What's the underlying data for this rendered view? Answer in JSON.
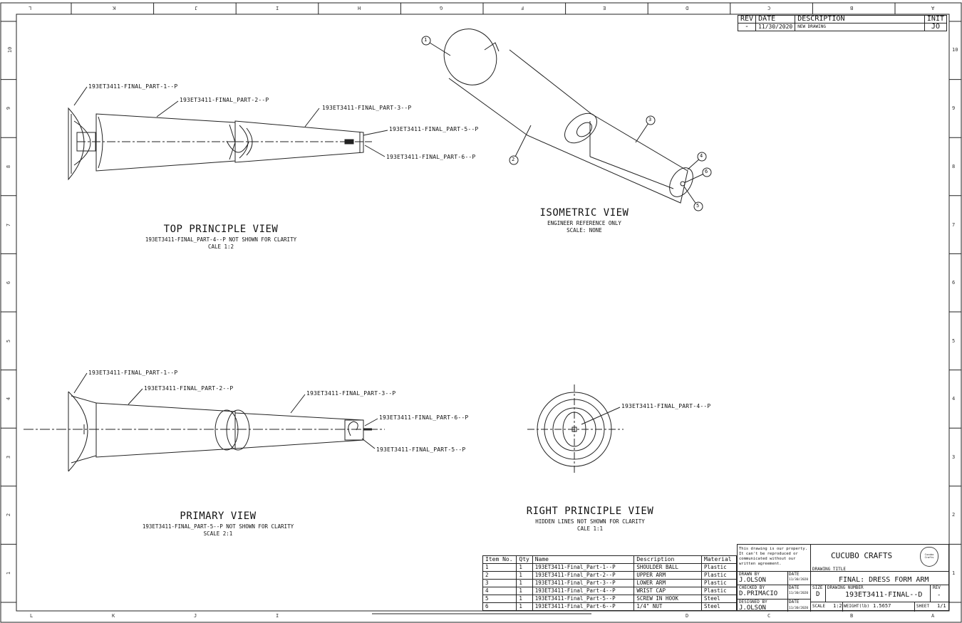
{
  "zones": {
    "top": [
      "L",
      "K",
      "J",
      "I",
      "H",
      "G",
      "F",
      "E",
      "D",
      "C",
      "B",
      "A"
    ],
    "bottom": [
      "L",
      "K",
      "J",
      "I",
      "D",
      "C",
      "B",
      "A"
    ],
    "left": [
      "10",
      "9",
      "8",
      "7",
      "6",
      "5",
      "4",
      "3",
      "2",
      "1"
    ],
    "right": [
      "10",
      "9",
      "8",
      "7",
      "6",
      "5",
      "4",
      "3",
      "2",
      "1"
    ]
  },
  "views": {
    "top": {
      "title": "TOP PRINCIPLE VIEW",
      "note": "193ET3411-FINAL_PART-4--P NOT SHOWN FOR CLARITY",
      "scale": "CALE 1:2"
    },
    "primary": {
      "title": "PRIMARY VIEW",
      "note": "193ET3411-FINAL_PART-5--P NOT SHOWN FOR CLARITY",
      "scale": "SCALE 2:1"
    },
    "isometric": {
      "title": "ISOMETRIC VIEW",
      "note": "ENGINEER REFERENCE ONLY",
      "scale": "SCALE: NONE"
    },
    "right": {
      "title": "RIGHT PRINCIPLE VIEW",
      "note": "HIDDEN LINES NOT SHOWN FOR CLARITY",
      "scale": "CALE 1:1"
    }
  },
  "callouts": {
    "top": [
      "193ET3411-FINAL_PART-1--P",
      "193ET3411-FINAL_PART-2--P",
      "193ET3411-FINAL_PART-3--P",
      "193ET3411-FINAL_PART-5--P",
      "193ET3411-FINAL_PART-6--P"
    ],
    "primary": [
      "193ET3411-FINAL_PART-1--P",
      "193ET3411-FINAL_PART-2--P",
      "193ET3411-FINAL_PART-3--P",
      "193ET3411-FINAL_PART-6--P",
      "193ET3411-FINAL_PART-5--P"
    ],
    "right": [
      "193ET3411-FINAL_PART-4--P"
    ],
    "balloons": [
      "1",
      "2",
      "3",
      "4",
      "6",
      "5"
    ]
  },
  "revision": {
    "headers": [
      "REV",
      "DATE",
      "DESCRIPTION",
      "INIT"
    ],
    "row": [
      "-",
      "11/30/2020",
      "NEW DRAWING",
      "JO"
    ]
  },
  "bom": {
    "headers": [
      "Item No.",
      "Qty",
      "Name",
      "Description",
      "Material"
    ],
    "rows": [
      [
        "1",
        "1",
        "193ET3411-Final_Part-1--P",
        "SHOULDER BALL",
        "Plastic"
      ],
      [
        "2",
        "1",
        "193ET3411-Final_Part-2--P",
        "UPPER ARM",
        "Plastic"
      ],
      [
        "3",
        "1",
        "193ET3411-Final_Part-3--P",
        "LOWER ARM",
        "Plastic"
      ],
      [
        "4",
        "1",
        "193ET3411-Final_Part-4--P",
        "WRIST CAP",
        "Plastic"
      ],
      [
        "5",
        "1",
        "193ET3411-Final_Part-5--P",
        "SCREW IN HOOK",
        "Steel"
      ],
      [
        "6",
        "1",
        "193ET3411-Final_Part-6--P",
        "1/4\" NUT",
        "Steel"
      ]
    ]
  },
  "title_block": {
    "property_note": "This drawing is our property. It can't be reproduced or communicated without our written agreement.",
    "company": "CUCUBO CRAFTS",
    "logo_text": "Cucubo Crafts",
    "drawing_title_label": "DRAWING TITLE",
    "drawing_title": "FINAL: DRESS FORM ARM",
    "drawn_by_label": "DRAWN BY",
    "drawn_by": "J.OLSON",
    "checked_by_label": "CHECKED BY",
    "checked_by": "D.PRIMACIO",
    "designed_by_label": "DESIGNED BY",
    "designed_by": "J.OLSON",
    "date_label": "DATE",
    "date": "11/30/2020",
    "size_label": "SIZE",
    "size": "D",
    "drawing_number_label": "DRAWING NUMBER",
    "drawing_number": "193ET3411-FINAL--D",
    "rev_label": "REV",
    "rev": "-",
    "scale_label": "SCALE",
    "scale": "1:2",
    "weight_label": "WEIGHT(lb)",
    "weight": "1.5657",
    "sheet_label": "SHEET",
    "sheet": "1/1"
  }
}
